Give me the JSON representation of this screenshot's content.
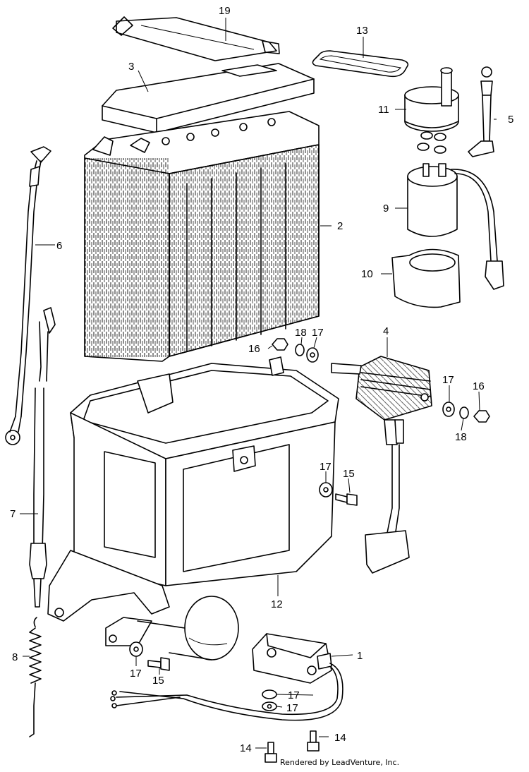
{
  "callouts": [
    {
      "id": "c19",
      "num": "19"
    },
    {
      "id": "c13",
      "num": "13"
    },
    {
      "id": "c3",
      "num": "3"
    },
    {
      "id": "c11",
      "num": "11"
    },
    {
      "id": "c5",
      "num": "5"
    },
    {
      "id": "c2",
      "num": "2"
    },
    {
      "id": "c6",
      "num": "6"
    },
    {
      "id": "c9",
      "num": "9"
    },
    {
      "id": "c10",
      "num": "10"
    },
    {
      "id": "c4",
      "num": "4"
    },
    {
      "id": "c18a",
      "num": "18"
    },
    {
      "id": "c17a",
      "num": "17"
    },
    {
      "id": "c16a",
      "num": "16"
    },
    {
      "id": "c17b",
      "num": "17"
    },
    {
      "id": "c16b",
      "num": "16"
    },
    {
      "id": "c18b",
      "num": "18"
    },
    {
      "id": "c17c",
      "num": "17"
    },
    {
      "id": "c15a",
      "num": "15"
    },
    {
      "id": "c7",
      "num": "7"
    },
    {
      "id": "c12",
      "num": "12"
    },
    {
      "id": "c8",
      "num": "8"
    },
    {
      "id": "c1",
      "num": "1"
    },
    {
      "id": "c17d",
      "num": "17"
    },
    {
      "id": "c15b",
      "num": "15"
    },
    {
      "id": "c17e",
      "num": "17"
    },
    {
      "id": "c17f",
      "num": "17"
    },
    {
      "id": "c14a",
      "num": "14"
    },
    {
      "id": "c14b",
      "num": "14"
    }
  ],
  "credit": "Rendered by LeadVenture, Inc."
}
